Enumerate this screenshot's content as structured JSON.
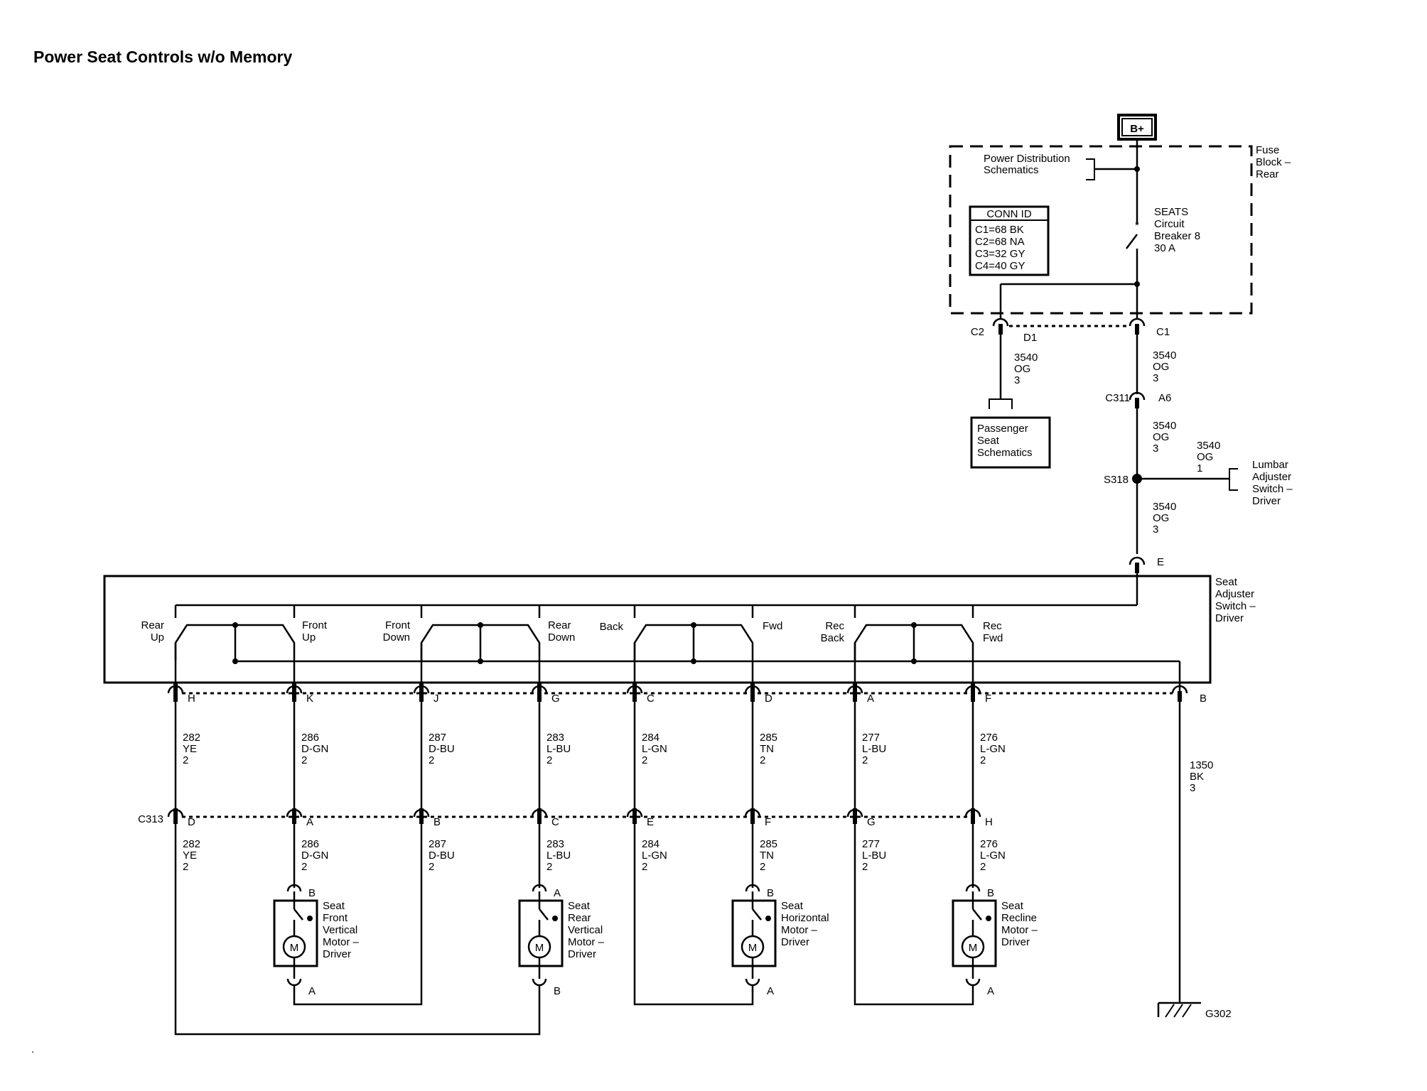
{
  "title": "Power Seat Controls w/o Memory",
  "battery": "B+",
  "fuse_block": {
    "name_l1": "Fuse",
    "name_l2": "Block –",
    "name_l3": "Rear"
  },
  "power_dist": {
    "l1": "Power Distribution",
    "l2": "Schematics"
  },
  "breaker": {
    "l1": "SEATS",
    "l2": "Circuit",
    "l3": "Breaker 8",
    "l4": "30 A"
  },
  "conn_id": {
    "title": "CONN ID",
    "rows": [
      "C1=68 BK",
      "C2=68 NA",
      "C3=32 GY",
      "C4=40 GY"
    ]
  },
  "connectors": {
    "c2": "C2",
    "d1": "D1",
    "c1": "C1",
    "c311": "C311",
    "a6": "A6",
    "s318": "S318",
    "e": "E",
    "b": "B",
    "c313": "C313",
    "g302": "G302"
  },
  "wires": {
    "w_c2_ckt": "3540",
    "w_c2_col": "OG",
    "w_c2_sz": "3",
    "w_c1_ckt": "3540",
    "w_c1_col": "OG",
    "w_c1_sz": "3",
    "w_a6_ckt": "3540",
    "w_a6_col": "OG",
    "w_a6_sz": "3",
    "w_s318_ckt": "3540",
    "w_s318_col": "OG",
    "w_s318_sz": "3",
    "w_lum_ckt": "3540",
    "w_lum_col": "OG",
    "w_lum_sz": "1",
    "w_gnd_ckt": "1350",
    "w_gnd_col": "BK",
    "w_gnd_sz": "3"
  },
  "passenger": {
    "l1": "Passenger",
    "l2": "Seat",
    "l3": "Schematics"
  },
  "lumbar": {
    "l1": "Lumbar",
    "l2": "Adjuster",
    "l3": "Switch –",
    "l4": "Driver"
  },
  "seat_switch": {
    "l1": "Seat",
    "l2": "Adjuster",
    "l3": "Switch –",
    "l4": "Driver"
  },
  "switch_labels": {
    "rear_up_1": "Rear",
    "rear_up_2": "Up",
    "front_up_1": "Front",
    "front_up_2": "Up",
    "front_down_1": "Front",
    "front_down_2": "Down",
    "rear_down_1": "Rear",
    "rear_down_2": "Down",
    "back": "Back",
    "fwd": "Fwd",
    "rec_back_1": "Rec",
    "rec_back_2": "Back",
    "rec_fwd_1": "Rec",
    "rec_fwd_2": "Fwd"
  },
  "columns": [
    {
      "top_pin": "H",
      "bot_pin": "D",
      "ckt": "282",
      "color": "YE",
      "size": "2"
    },
    {
      "top_pin": "K",
      "bot_pin": "A",
      "ckt": "286",
      "color": "D-GN",
      "size": "2"
    },
    {
      "top_pin": "J",
      "bot_pin": "B",
      "ckt": "287",
      "color": "D-BU",
      "size": "2"
    },
    {
      "top_pin": "G",
      "bot_pin": "C",
      "ckt": "283",
      "color": "L-BU",
      "size": "2"
    },
    {
      "top_pin": "C",
      "bot_pin": "E",
      "ckt": "284",
      "color": "L-GN",
      "size": "2"
    },
    {
      "top_pin": "D",
      "bot_pin": "F",
      "ckt": "285",
      "color": "TN",
      "size": "2"
    },
    {
      "top_pin": "A",
      "bot_pin": "G",
      "ckt": "277",
      "color": "L-BU",
      "size": "2"
    },
    {
      "top_pin": "F",
      "bot_pin": "H",
      "ckt": "276",
      "color": "L-GN",
      "size": "2"
    }
  ],
  "motors": [
    {
      "symbol": "M",
      "top_pin": "B",
      "bot_pin": "A",
      "l1": "Seat",
      "l2": "Front",
      "l3": "Vertical",
      "l4": "Motor –",
      "l5": "Driver"
    },
    {
      "symbol": "M",
      "top_pin": "A",
      "bot_pin": "B",
      "l1": "Seat",
      "l2": "Rear",
      "l3": "Vertical",
      "l4": "Motor –",
      "l5": "Driver"
    },
    {
      "symbol": "M",
      "top_pin": "B",
      "bot_pin": "A",
      "l1": "Seat",
      "l2": "Horizontal",
      "l3": "Motor –",
      "l4": "Driver",
      "l5": ""
    },
    {
      "symbol": "M",
      "top_pin": "B",
      "bot_pin": "A",
      "l1": "Seat",
      "l2": "Recline",
      "l3": "Motor –",
      "l4": "Driver",
      "l5": ""
    }
  ]
}
